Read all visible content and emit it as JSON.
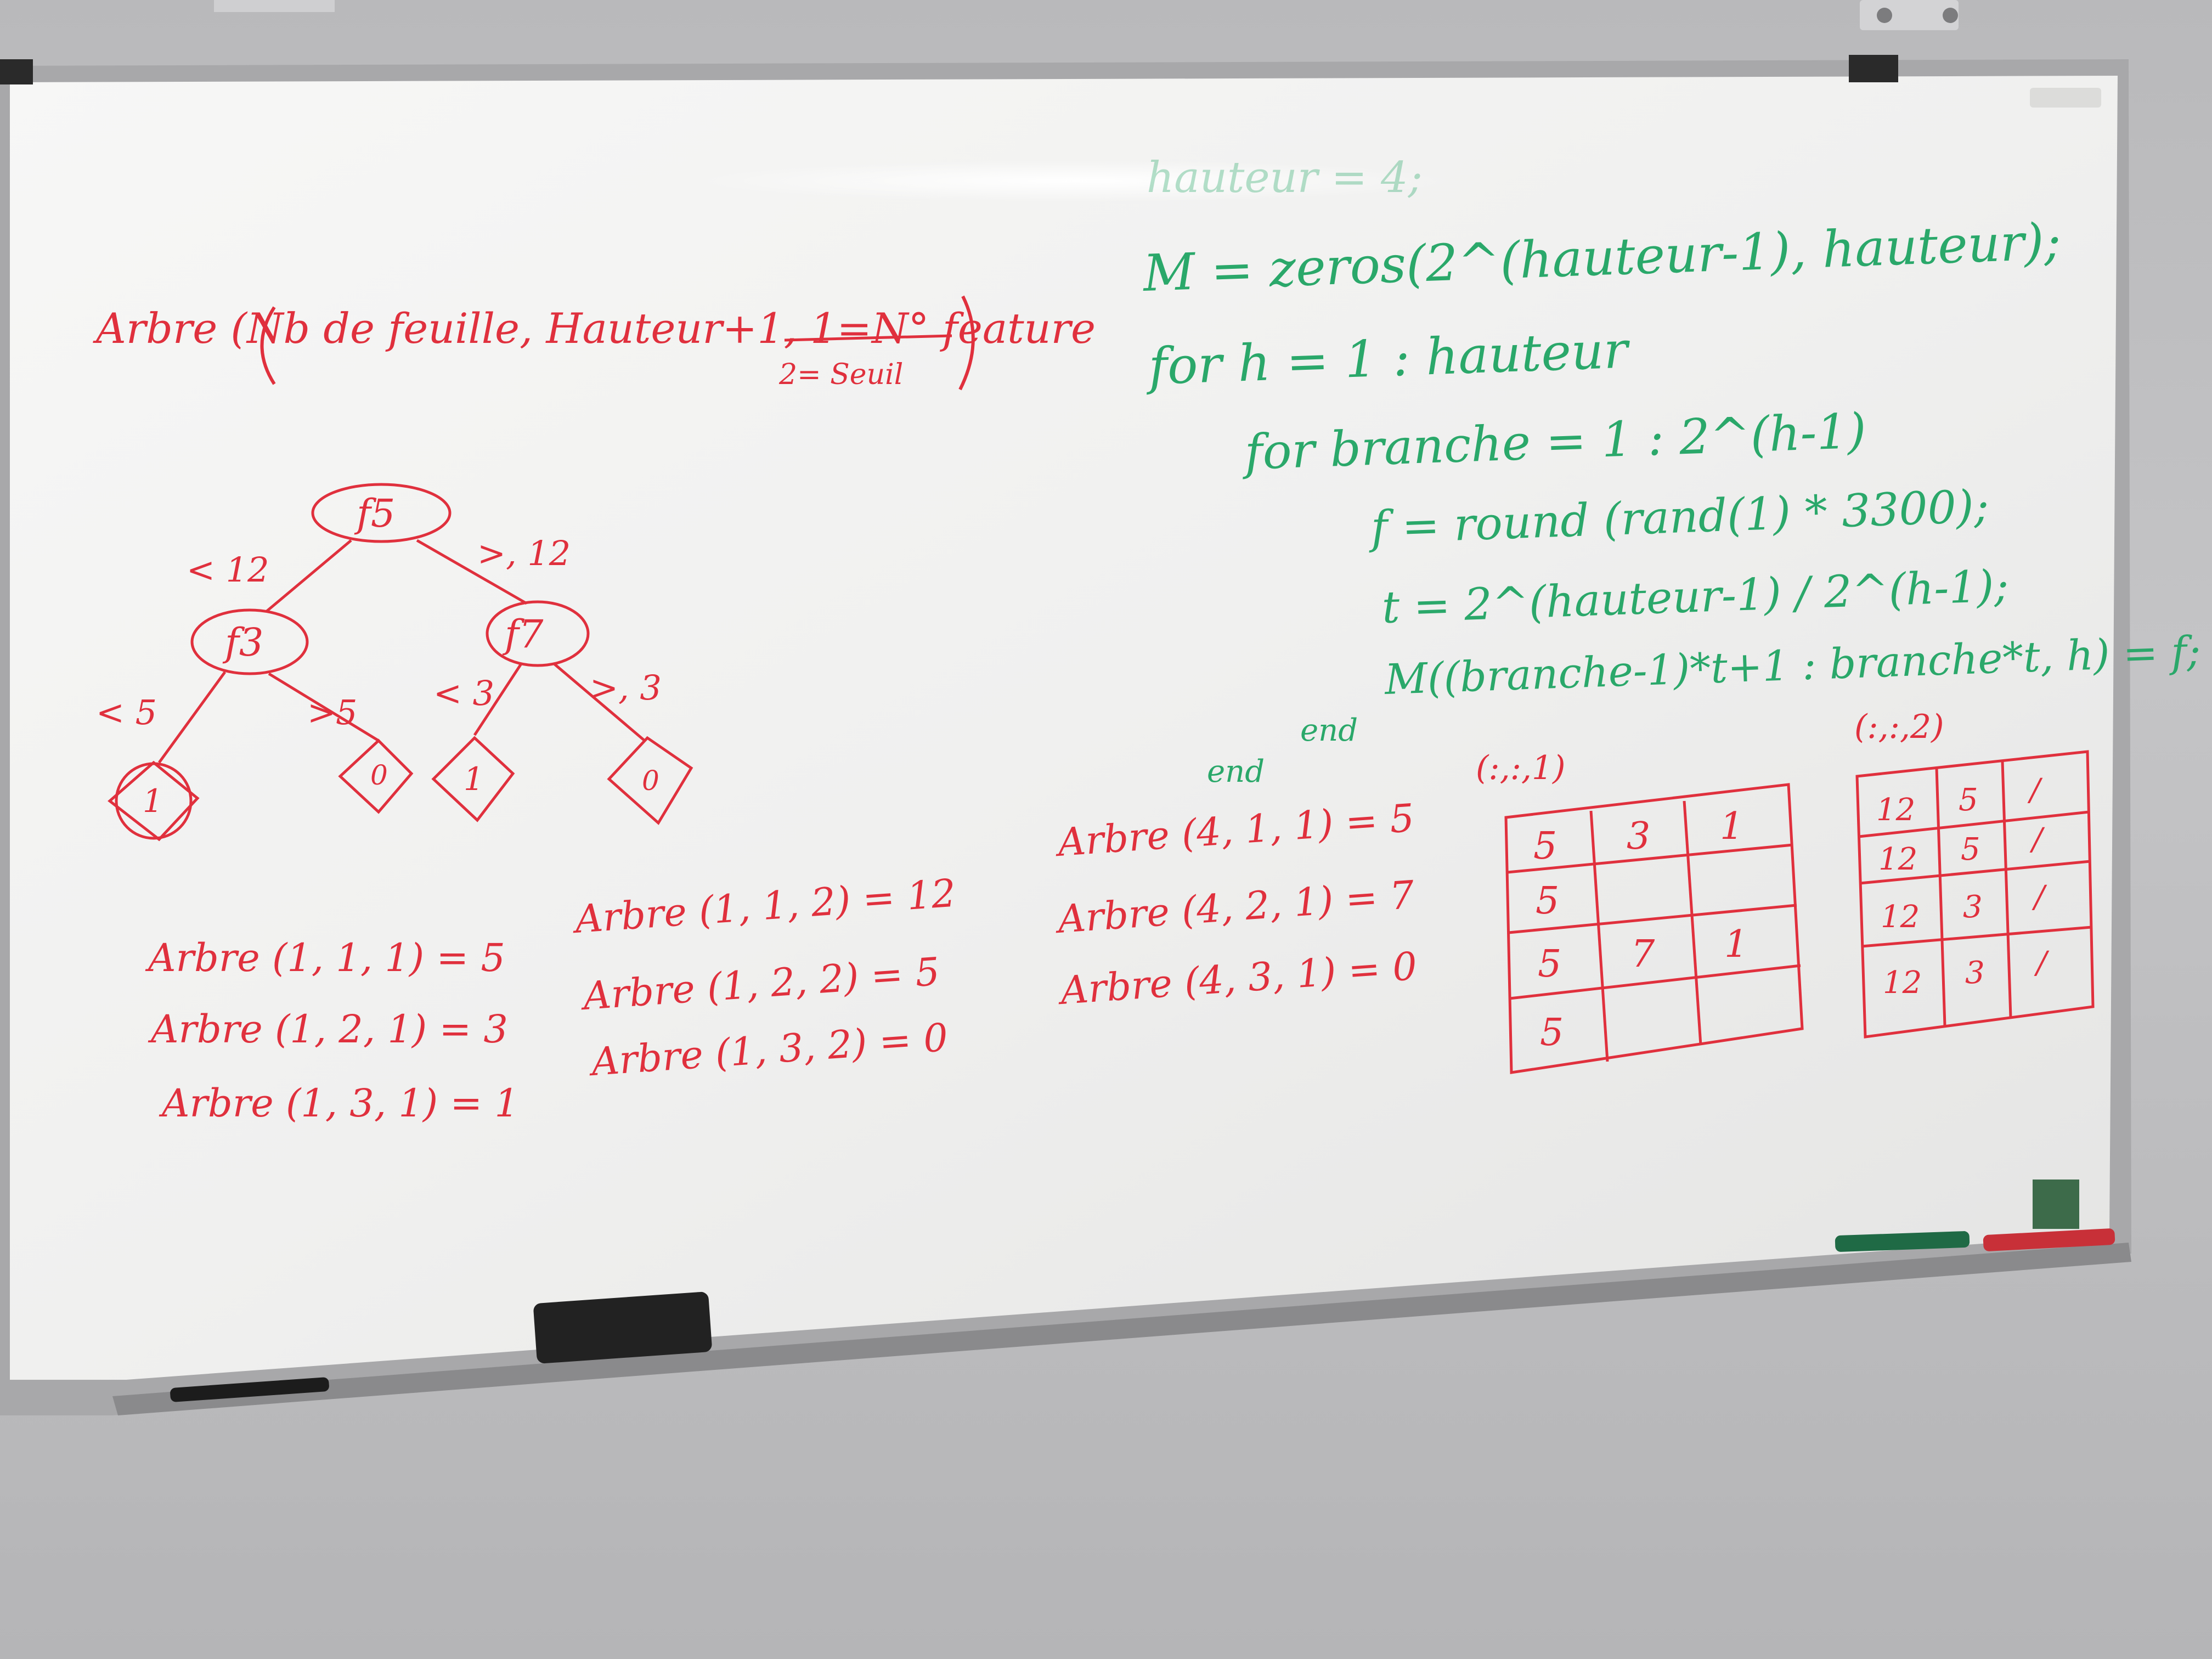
{
  "colors": {
    "red_marker": "#e0303d",
    "green_marker": "#2aa86a",
    "board": "#f2f2f1",
    "wall": "#bdbdbf",
    "frame": "#9a9a9c"
  },
  "red_notes": {
    "title": "Arbre (Nb de feuille, Hauteur+1, 1=N° feature",
    "title_option2": "2= Seuil",
    "tree": {
      "root": "f5",
      "root_left_edge": "< 12",
      "root_right_edge": ">, 12",
      "left_node": "f3",
      "right_node": "f7",
      "left_left_edge": "< 5",
      "left_right_edge": ">5",
      "right_left_edge": "< 3",
      "right_right_edge": ">, 3",
      "leaves": [
        "1",
        "0",
        "1",
        "0"
      ]
    },
    "examples_col1": [
      "Arbre (1, 1, 1) = 5",
      "Arbre (1, 2, 1) = 3",
      "Arbre (1, 3, 1) = 1"
    ],
    "examples_col2": [
      "Arbre (1, 1, 2) = 12",
      "Arbre (1, 2, 2) = 5",
      "Arbre (1, 3, 2) = 0"
    ],
    "examples_col3": [
      "Arbre (4, 1, 1) = 5",
      "Arbre (4, 2, 1) = 7",
      "Arbre (4, 3, 1) = 0"
    ],
    "matrix1_label": "(:,:,1)",
    "matrix1": [
      [
        "5",
        "3",
        "1"
      ],
      [
        "5",
        "",
        ""
      ],
      [
        "5",
        "7",
        "1"
      ],
      [
        "5",
        "",
        ""
      ]
    ],
    "matrix2_label": "(:,:,2)",
    "matrix2": [
      [
        "12",
        "5",
        "/"
      ],
      [
        "12",
        "5",
        "/"
      ],
      [
        "12",
        "3",
        "/"
      ],
      [
        "12",
        "3",
        "/"
      ]
    ]
  },
  "green_code": {
    "lines": [
      "hauteur = 4;",
      "M = zeros(2^(hauteur-1), hauteur);",
      "for h = 1 : hauteur",
      "for branche = 1 : 2^(h-1)",
      "f = round (rand(1) * 3300);",
      "t = 2^(hauteur-1) / 2^(h-1);",
      "M((branche-1)*t+1 : branche*t, h) = f;"
    ],
    "end_inner": "end",
    "end_outer": "end"
  }
}
